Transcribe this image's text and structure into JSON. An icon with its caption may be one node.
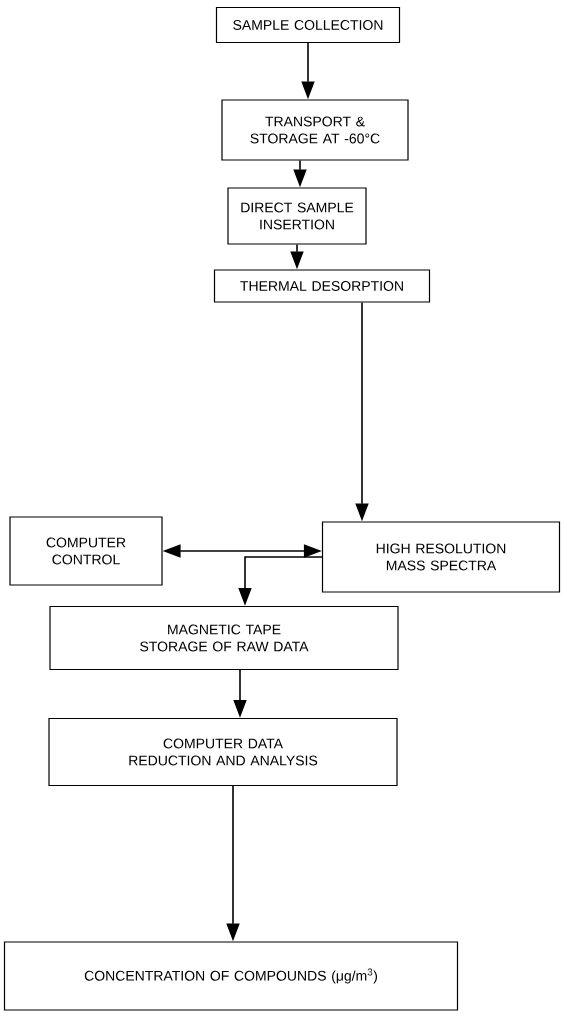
{
  "diagram": {
    "nodes": [
      {
        "text": [
          "SAMPLE COLLECTION"
        ]
      },
      {
        "text": [
          "TRANSPORT & STORAGE AT -60°C"
        ]
      },
      {
        "text": [
          "DIRECT SAMPLE INSERTION"
        ]
      },
      {
        "text": [
          "THERMAL DESORPTION"
        ]
      },
      {
        "text": [
          "COMPUTER CONTROL"
        ]
      },
      {
        "text": [
          "HIGH RESOLUTION MASS SPECTRA"
        ]
      },
      {
        "text": [
          "MAGNETIC TAPE STORAGE OF RAW DATA"
        ]
      },
      {
        "text": [
          "COMPUTER DATA REDUCTION AND ANALYSIS"
        ]
      },
      {
        "text": [
          "CONCENTRATION OF COMPOUNDS (μg/m$^{3}$)"
        ]
      }
    ],
    "edges": [
      {
        "from": 0,
        "to": 1,
        "arrow": "to"
      },
      {
        "from": 1,
        "to": 2,
        "arrow": "to"
      },
      {
        "from": 2,
        "to": 3,
        "arrow": "to"
      },
      {
        "from": 3,
        "to": 5,
        "arrow": "to"
      },
      {
        "from": 4,
        "to": 5,
        "arrow": "both"
      },
      {
        "from": 5,
        "to": 6,
        "arrow": "to"
      },
      {
        "from": 6,
        "to": 7,
        "arrow": "to"
      },
      {
        "from": 7,
        "to": 8,
        "arrow": "to"
      }
    ]
  }
}
